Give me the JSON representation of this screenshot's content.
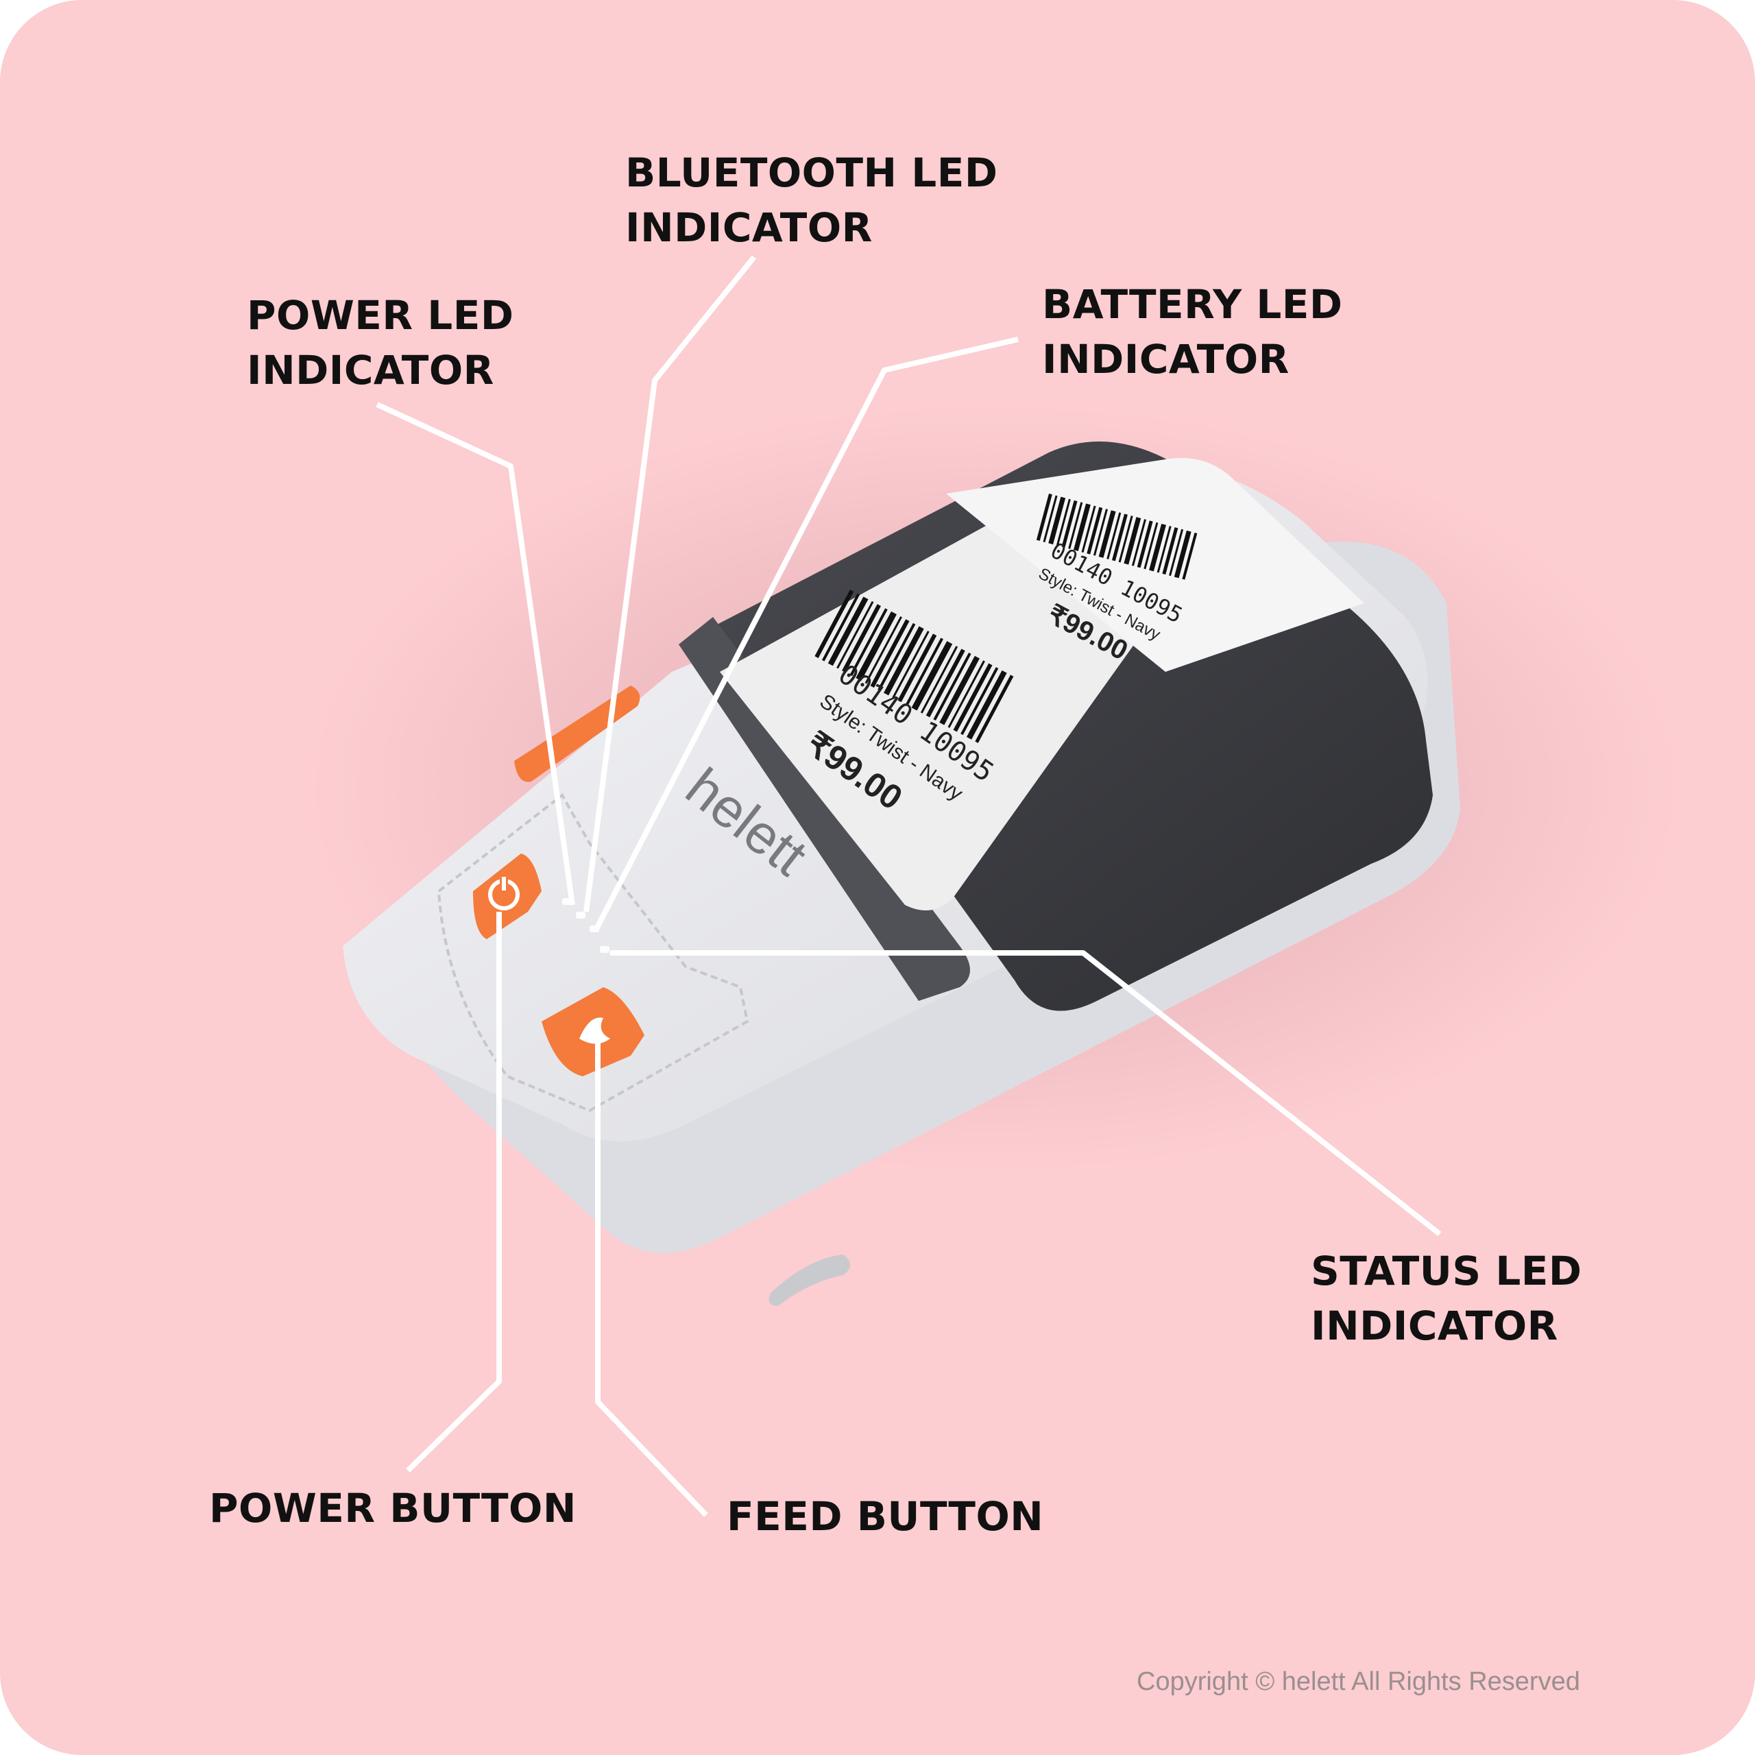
{
  "callouts": {
    "bluetooth_led": {
      "line1": "BLUETOOTH LED",
      "line2": "INDICATOR"
    },
    "power_led": {
      "line1": "POWER LED",
      "line2": "INDICATOR"
    },
    "battery_led": {
      "line1": "BATTERY LED",
      "line2": "INDICATOR"
    },
    "status_led": {
      "line1": "STATUS LED",
      "line2": "INDICATOR"
    },
    "power_button": {
      "line1": "POWER BUTTON"
    },
    "feed_button": {
      "line1": "FEED BUTTON"
    }
  },
  "product": {
    "brand": "helett",
    "watermark": "helett",
    "labels": [
      {
        "code": "00140 10095",
        "style": "Style: Twist - Navy",
        "price": "₹99.00"
      },
      {
        "code": "00140 10095",
        "style": "Style: Twist - Navy",
        "price": "₹99.00"
      }
    ]
  },
  "footer": {
    "copyright": "Copyright © helett All Rights Reserved"
  },
  "colors": {
    "background": "#fccdd1",
    "accent_orange": "#f47b3c",
    "printer_body": "#e8e9ee",
    "printer_dark": "#3a3b40",
    "callout_line": "#ffffff",
    "label_text": "#111111"
  },
  "icons": [
    "power-icon",
    "feed-icon"
  ]
}
